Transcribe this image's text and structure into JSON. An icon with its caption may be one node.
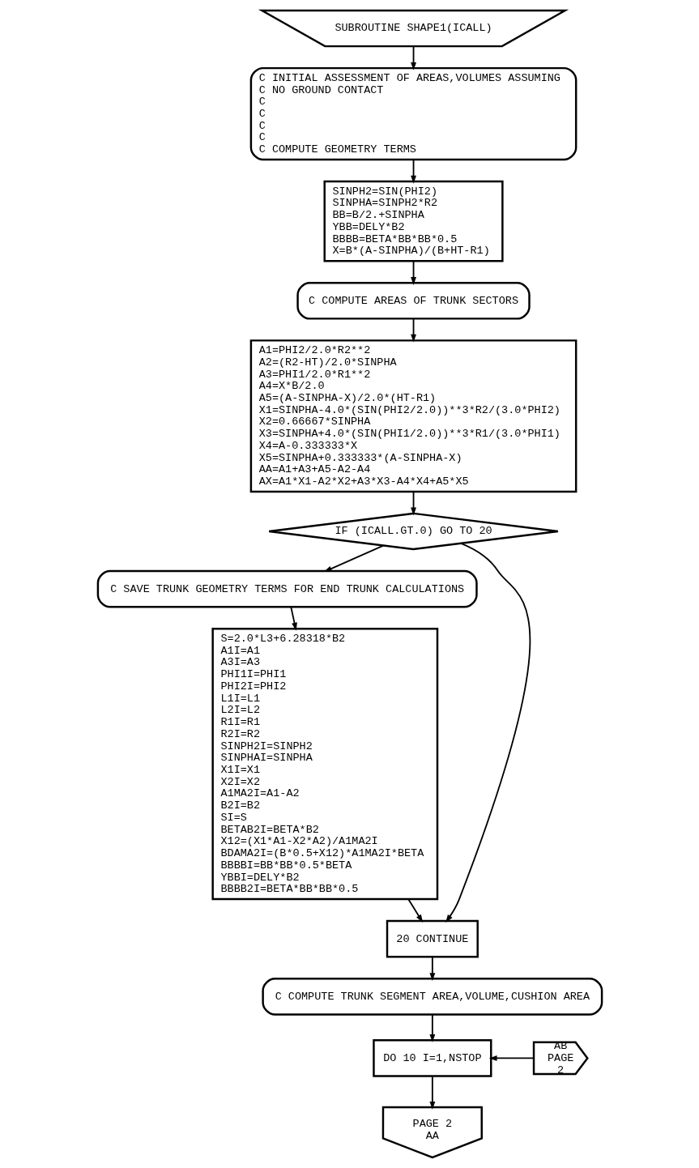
{
  "diagram": {
    "nodes": [
      {
        "text": [
          "SUBROUTINE SHAPE1(ICALL)"
        ]
      },
      {
        "text": [
          "C INITIAL ASSESSMENT OF AREAS,VOLUMES ASSUMING",
          "C NO GROUND CONTACT",
          "C",
          "C",
          "C",
          "C",
          "C COMPUTE GEOMETRY TERMS"
        ]
      },
      {
        "text": [
          "SINPH2=SIN(PHI2)",
          "SINPHA=SINPH2*R2",
          "BB=B/2.+SINPHA",
          "YBB=DELY*B2",
          "BBBB=BETA*BB*BB*0.5",
          "X=B*(A-SINPHA)/(B+HT-R1)"
        ]
      },
      {
        "text": [
          "C COMPUTE AREAS OF TRUNK SECTORS"
        ]
      },
      {
        "text": [
          "A1=PHI2/2.0*R2**2",
          "A2=(R2-HT)/2.0*SINPHA",
          "A3=PHI1/2.0*R1**2",
          "A4=X*B/2.0",
          "A5=(A-SINPHA-X)/2.0*(HT-R1)",
          "X1=SINPHA-4.0*(SIN(PHI2/2.0))**3*R2/(3.0*PHI2)",
          "X2=0.66667*SINPHA",
          "X3=SINPHA+4.0*(SIN(PHI1/2.0))**3*R1/(3.0*PHI1)",
          "X4=A-0.333333*X",
          "X5=SINPHA+0.333333*(A-SINPHA-X)",
          "AA=A1+A3+A5-A2-A4",
          "AX=A1*X1-A2*X2+A3*X3-A4*X4+A5*X5"
        ]
      },
      {
        "text": [
          "IF (ICALL.GT.0) GO TO 20"
        ]
      },
      {
        "text": [
          "C SAVE TRUNK GEOMETRY TERMS FOR END TRUNK CALCULATIONS"
        ]
      },
      {
        "text": [
          "S=2.0*L3+6.28318*B2",
          "A1I=A1",
          "A3I=A3",
          "PHI1I=PHI1",
          "PHI2I=PHI2",
          "L1I=L1",
          "L2I=L2",
          "R1I=R1",
          "R2I=R2",
          "SINPH2I=SINPH2",
          "SINPHAI=SINPHA",
          "X1I=X1",
          "X2I=X2",
          "A1MA2I=A1-A2",
          "B2I=B2",
          "SI=S",
          "BETAB2I=BETA*B2",
          "X12=(X1*A1-X2*A2)/A1MA2I",
          "BDAMA2I=(B*0.5+X12)*A1MA2I*BETA",
          "BBBBI=BB*BB*0.5*BETA",
          "YBBI=DELY*B2",
          "BBBB2I=BETA*BB*BB*0.5"
        ]
      },
      {
        "text": [
          "20 CONTINUE"
        ]
      },
      {
        "text": [
          "C COMPUTE TRUNK SEGMENT AREA,VOLUME,CUSHION AREA"
        ]
      },
      {
        "text": [
          "DO 10 I=1,NSTOP"
        ]
      },
      {
        "text": [
          "AB",
          "PAGE",
          "2"
        ]
      },
      {
        "text": [
          "PAGE 2",
          "AA"
        ]
      }
    ],
    "edges": [
      {
        "from": 0,
        "to": 1,
        "arrow": "to"
      },
      {
        "from": 1,
        "to": 2,
        "arrow": "to"
      },
      {
        "from": 2,
        "to": 3,
        "arrow": "to"
      },
      {
        "from": 3,
        "to": 4,
        "arrow": "to"
      },
      {
        "from": 4,
        "to": 5,
        "arrow": "to"
      },
      {
        "from": 5,
        "to": 6,
        "arrow": "to"
      },
      {
        "from": 6,
        "to": 7,
        "arrow": "to"
      },
      {
        "from": 7,
        "to": 8,
        "arrow": "to"
      },
      {
        "from": 5,
        "to": 8,
        "arrow": "to"
      },
      {
        "from": 8,
        "to": 9,
        "arrow": "to"
      },
      {
        "from": 9,
        "to": 10,
        "arrow": "to"
      },
      {
        "from": 11,
        "to": 10,
        "arrow": "to"
      },
      {
        "from": 10,
        "to": 12,
        "arrow": "to"
      }
    ]
  }
}
